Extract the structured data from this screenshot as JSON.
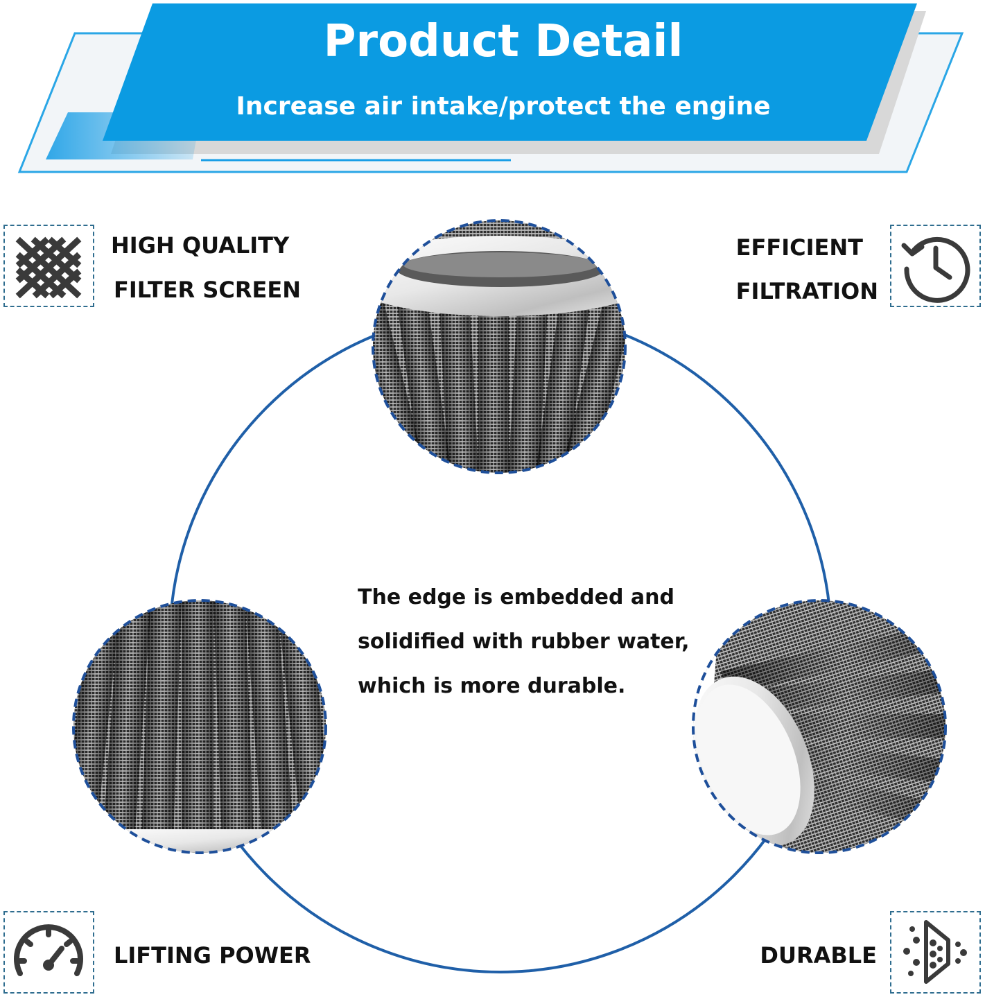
{
  "banner": {
    "title": "Product Detail",
    "subtitle": "Increase air intake/protect the engine",
    "colors": {
      "primary": "#0b9be2",
      "shadow": "#d9d9d9",
      "light": "#eef2f6",
      "outline": "#2aa6e6"
    }
  },
  "features": {
    "top_left": {
      "icon": "mesh-screen-icon",
      "line1": "HIGH QUALITY",
      "line2": "FILTER SCREEN"
    },
    "top_right": {
      "icon": "clock-history-icon",
      "line1": "EFFICIENT",
      "line2": "FILTRATION"
    },
    "bottom_left": {
      "icon": "speedometer-icon",
      "label": "LIFTING POWER"
    },
    "bottom_right": {
      "icon": "filter-particles-icon",
      "label": "DURABLE"
    }
  },
  "center_text": {
    "line1": "The edge is embedded and",
    "line2": "solidified with rubber water,",
    "line3": "which is more durable."
  },
  "theme": {
    "ring_color": "#1f5fa8",
    "dash_color": "#1e4f9a",
    "icon_color": "#3a3a3a",
    "text_color": "#111111"
  }
}
